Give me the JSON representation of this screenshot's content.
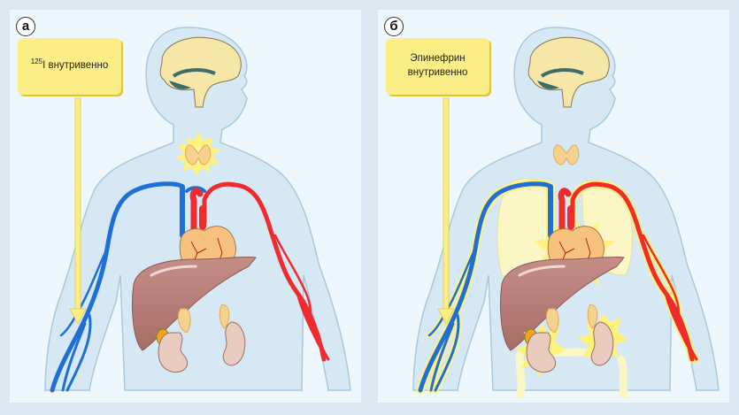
{
  "panels": [
    {
      "label": "а",
      "callout": {
        "superscript": "125",
        "text": "I внутривенно"
      },
      "highlighted_organs": [
        "thyroid"
      ]
    },
    {
      "label": "б",
      "callout": {
        "line1": "Эпинефрин",
        "line2": "внутривенно"
      },
      "highlighted_organs": [
        "heart",
        "lungs",
        "liver",
        "kidneys",
        "intestines",
        "blood-vessels"
      ]
    }
  ],
  "colors": {
    "vein": "#1f6fd6",
    "artery": "#ee2b2f",
    "glow": "#fff27a",
    "callout": "#fbee86",
    "body": "#cfe3f1",
    "liver": "#b77d77",
    "kidney": "#e9cbc0",
    "brain": "#f6e6a8"
  }
}
